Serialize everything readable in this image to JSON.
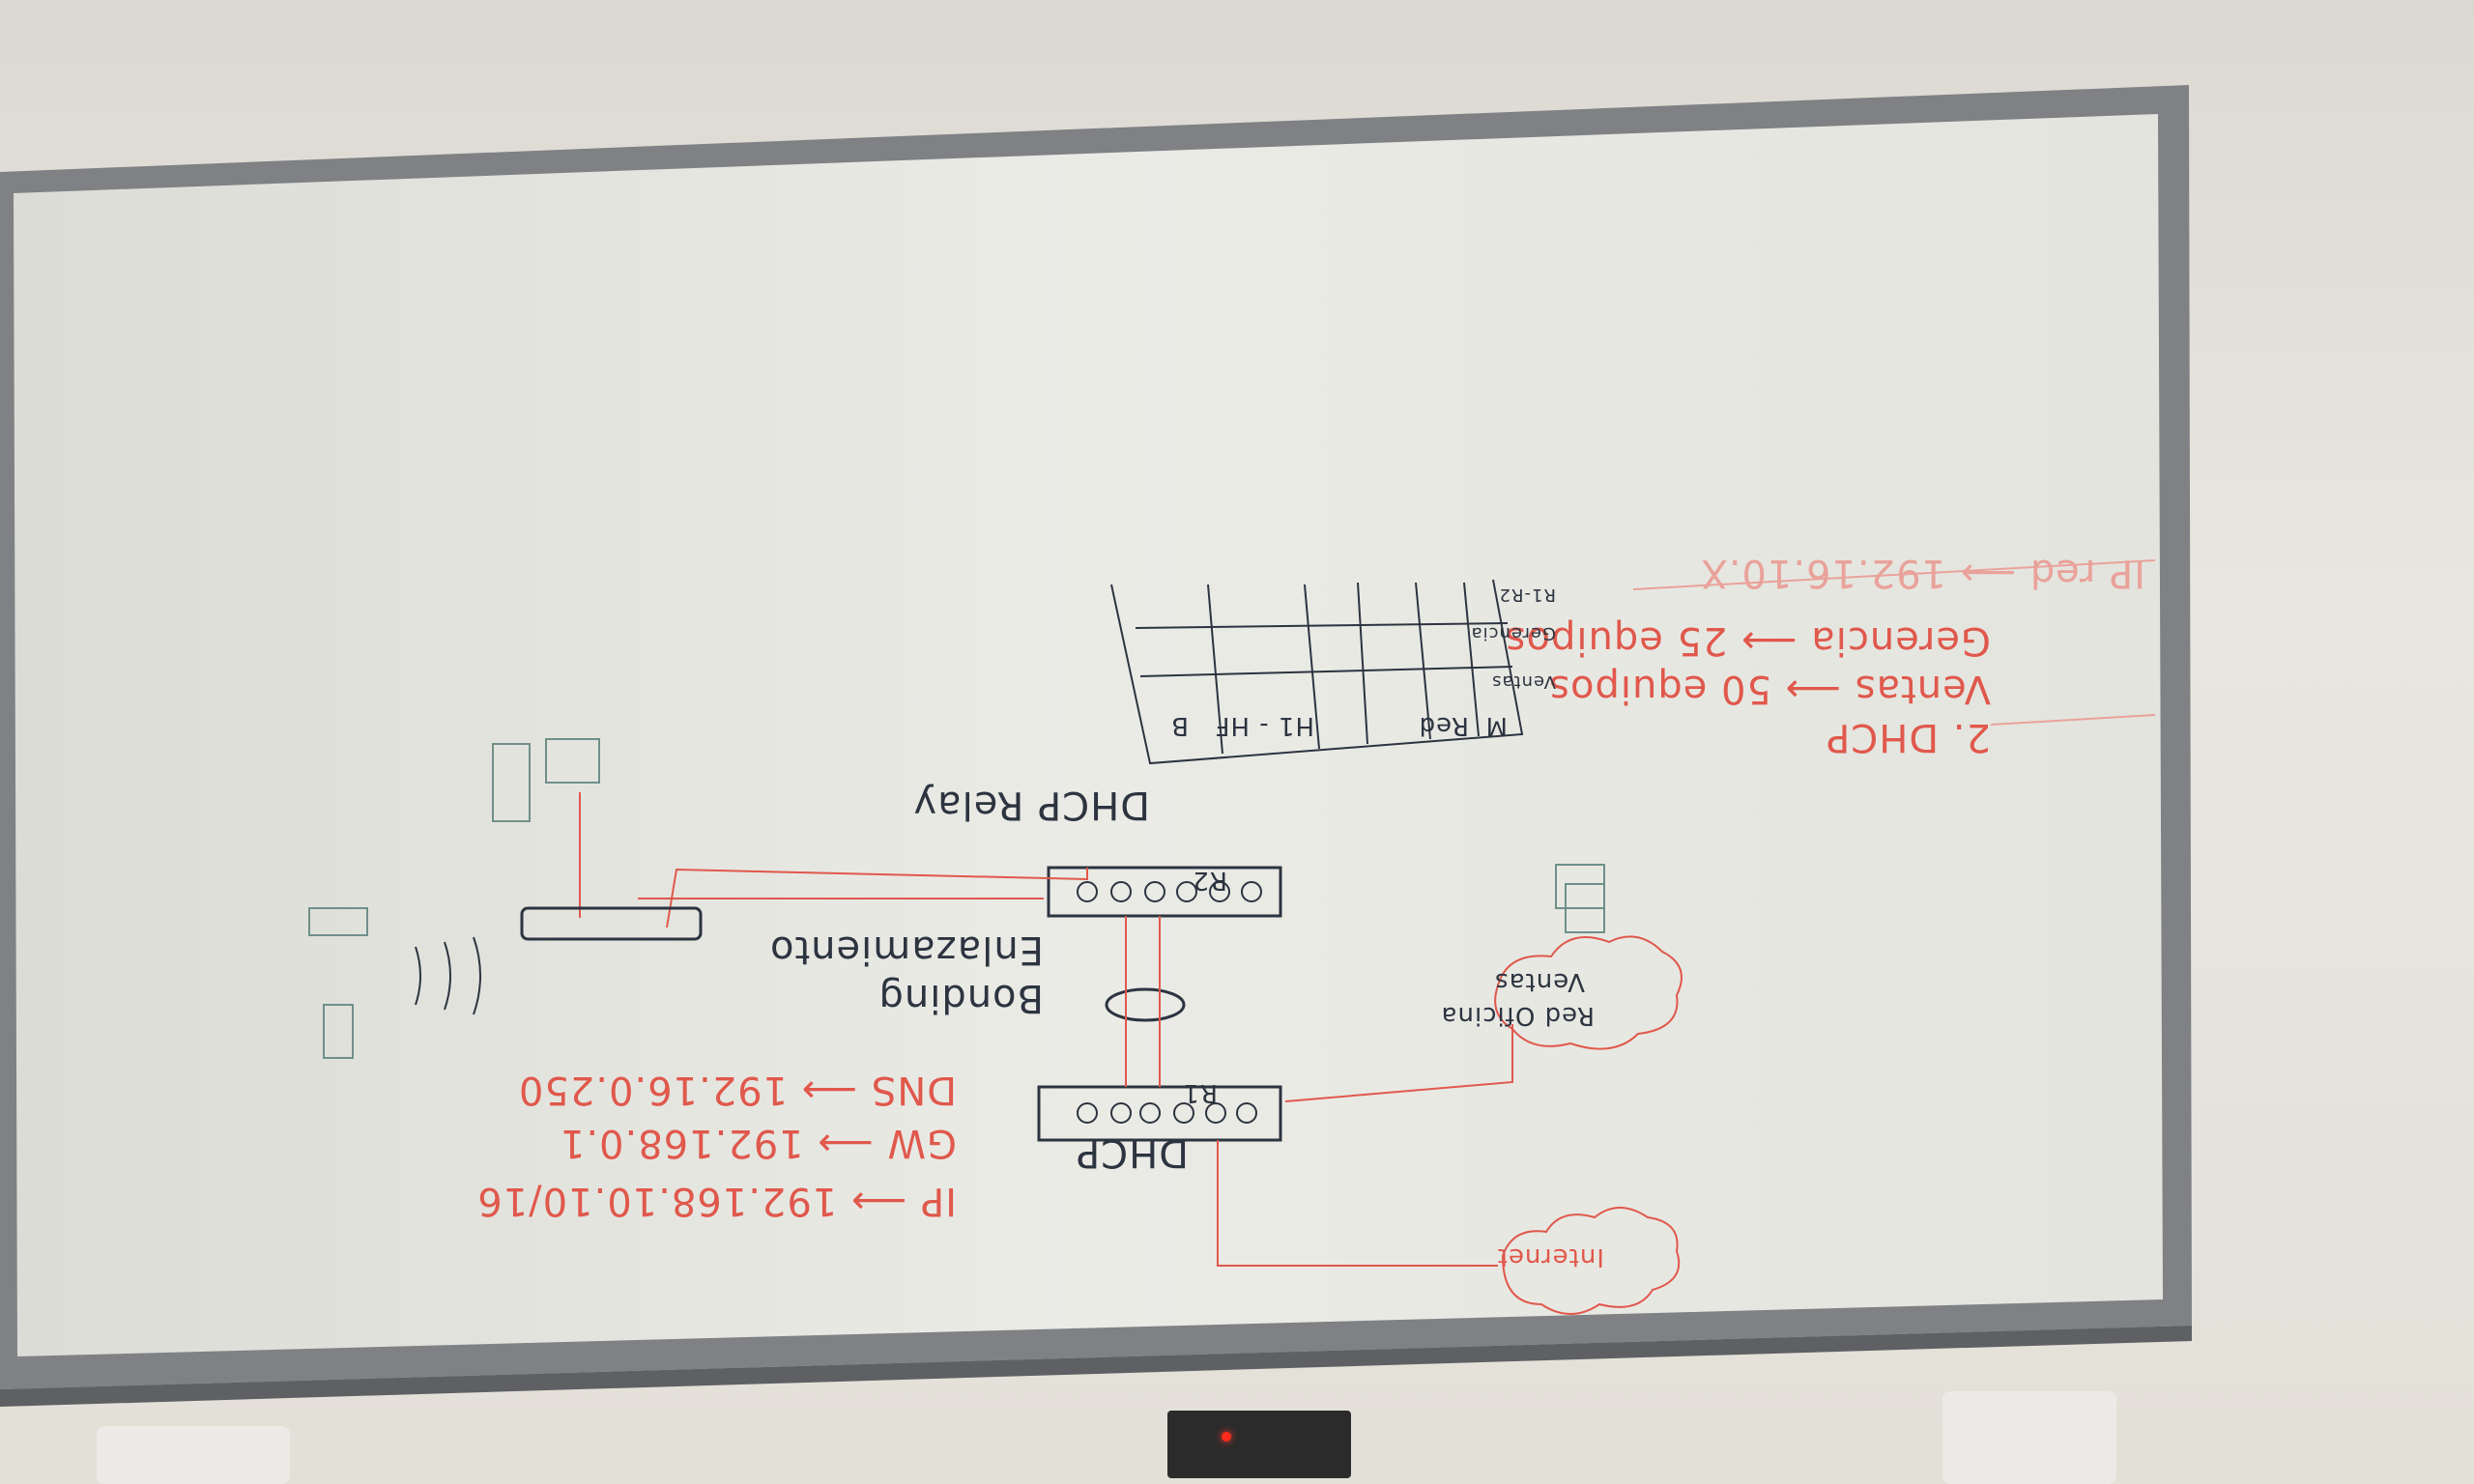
{
  "board": {
    "header_dhcp": "2. DHCP",
    "ventas_line": "Ventas ⟶ 50 equipos",
    "gerencia_line": "Gerencia ⟶ 25 equipos",
    "ip_red_line": "IP red ⟶ 192.16.10.X",
    "ip_line": "IP ⟶ 192.168.10.10/16",
    "gw_line": "GW ⟶ 192.168.0.1",
    "dns_line": "DNS ⟶ 192.16.0.250",
    "dhcp_label": "DHCP",
    "router1_label": "R1",
    "router2_label": "R2",
    "bonding_label": "Bonding",
    "enlace_label": "Enlazamiento",
    "relay_label": "DHCP Relay",
    "internet_cloud": "Internet",
    "cloud_text_1": "Red Oficina",
    "cloud_text_2": "Ventas",
    "table_head": [
      "M",
      "Red",
      "H1 - HF",
      "B"
    ],
    "table_rows": [
      "Ventas",
      "Gerencia",
      "R1-R2"
    ]
  }
}
